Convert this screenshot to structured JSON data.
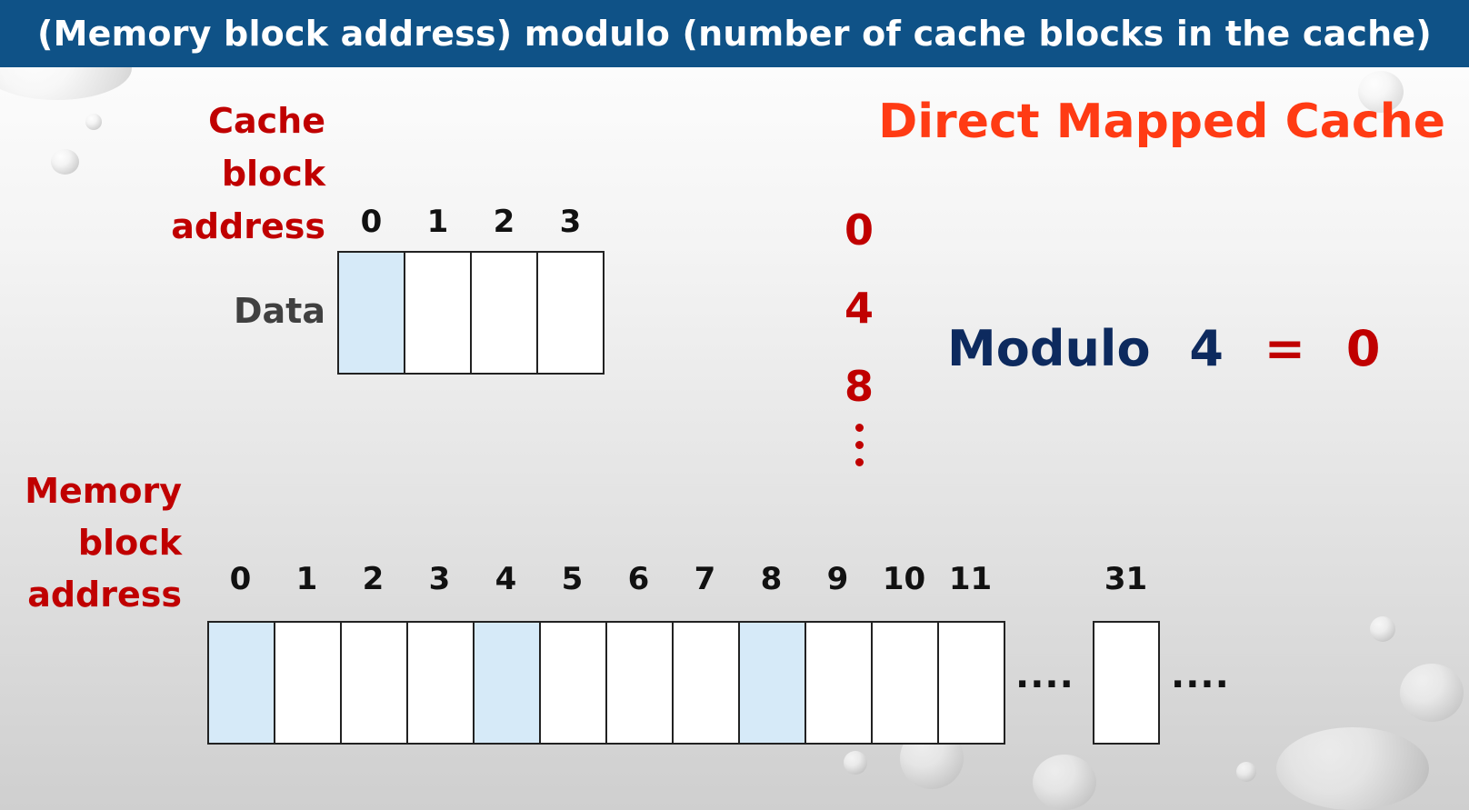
{
  "banner": "(Memory block address) modulo (number of cache blocks in the cache)",
  "title": "Direct Mapped Cache",
  "cache": {
    "label_lines": [
      "Cache",
      "block",
      "address"
    ],
    "data_label": "Data",
    "indices": [
      "0",
      "1",
      "2",
      "3"
    ],
    "highlighted": [
      0
    ]
  },
  "memory": {
    "label_lines": [
      "Memory",
      "block",
      "address"
    ],
    "indices": [
      "0",
      "1",
      "2",
      "3",
      "4",
      "5",
      "6",
      "7",
      "8",
      "9",
      "10",
      "11"
    ],
    "highlighted": [
      0,
      4,
      8
    ],
    "ellipsis": "....",
    "last_index": "31",
    "trailing_ellipsis": "...."
  },
  "sequence": [
    "0",
    "4",
    "8"
  ],
  "formula": {
    "word": "Modulo",
    "divisor": "4",
    "equals": "=",
    "result": "0"
  },
  "colors": {
    "banner": "#0f5287",
    "title": "#ff3b14",
    "label_red": "#c00000",
    "formula_navy": "#0d2a5e",
    "highlight": "#d6eaf8"
  }
}
